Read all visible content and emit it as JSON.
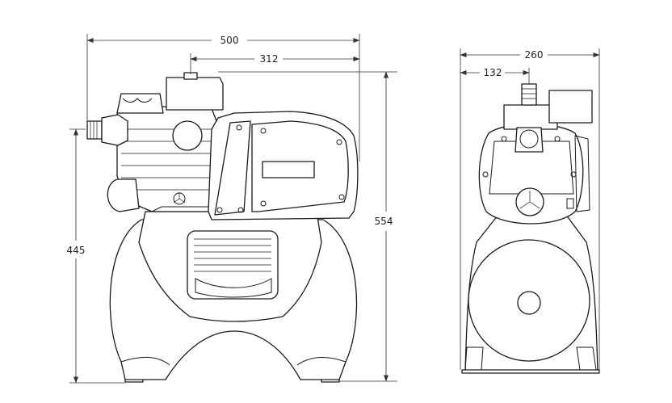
{
  "dimensions": {
    "overall_width": "500",
    "motor_to_end": "312",
    "overall_height": "554",
    "outlet_height": "445",
    "side_width": "260",
    "side_outlet_offset": "132"
  }
}
